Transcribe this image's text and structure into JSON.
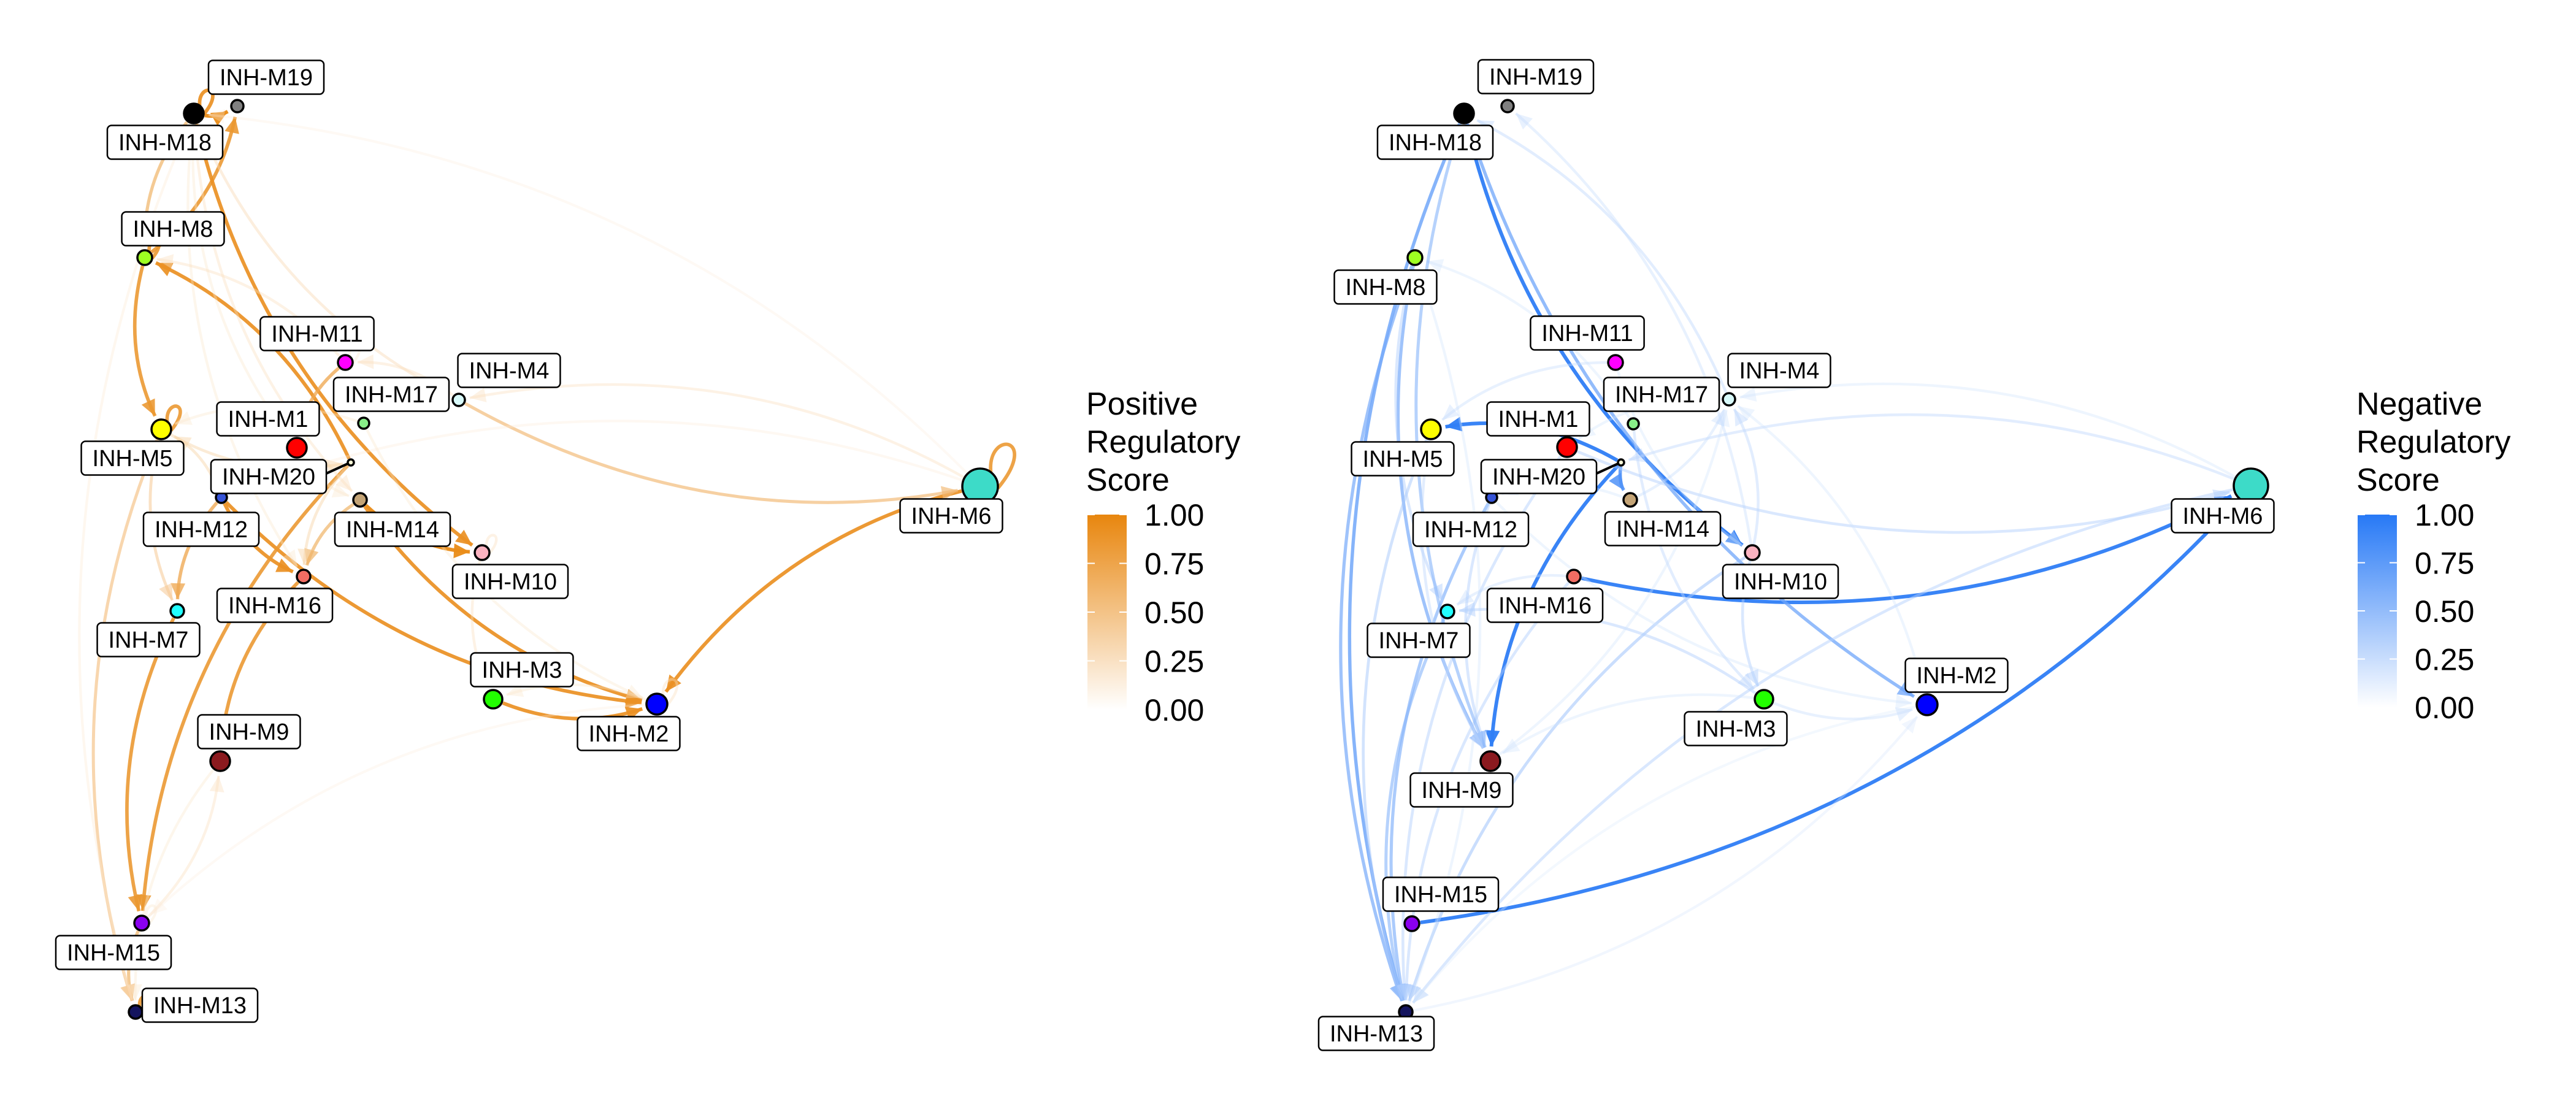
{
  "figure": {
    "description": "Two directed module regulatory networks (inhibitory modules INH-M1..INH-M20) side by side: positive regulation (orange) and negative regulation (blue)",
    "node_colors": {
      "INH-M1": "#FF0000",
      "INH-M2": "#0000FF",
      "INH-M3": "#22FF00",
      "INH-M4": "#D8FAFA",
      "INH-M5": "#FFFF00",
      "INH-M6": "#3DDBC8",
      "INH-M7": "#22FFFF",
      "INH-M8": "#9EFF22",
      "INH-M9": "#8B1A1F",
      "INH-M10": "#FAB2C0",
      "INH-M11": "#FF00FF",
      "INH-M12": "#3553D6",
      "INH-M13": "#14145E",
      "INH-M14": "#C4A476",
      "INH-M15": "#8A00F0",
      "INH-M16": "#F26D63",
      "INH-M17": "#88EE88",
      "INH-M18": "#000000",
      "INH-M19": "#808080",
      "INH-M20": "#FFFFD8"
    }
  },
  "panels": [
    {
      "id": "positive",
      "edge_color": "#E8860E",
      "legend": {
        "title_lines": [
          "Positive",
          "Regulatory",
          "Score"
        ],
        "color_high": "#E8860E",
        "color_low": "#FFFFFF",
        "ticks": [
          "1.00",
          "0.75",
          "0.50",
          "0.25",
          "0.00"
        ],
        "range": [
          0,
          1
        ]
      },
      "nodes": [
        {
          "id": "INH-M1",
          "label": "INH-M1"
        },
        {
          "id": "INH-M2",
          "label": "INH-M2"
        },
        {
          "id": "INH-M3",
          "label": "INH-M3"
        },
        {
          "id": "INH-M4",
          "label": "INH-M4"
        },
        {
          "id": "INH-M5",
          "label": "INH-M5"
        },
        {
          "id": "INH-M6",
          "label": "INH-M6"
        },
        {
          "id": "INH-M7",
          "label": "INH-M7"
        },
        {
          "id": "INH-M8",
          "label": "INH-M8"
        },
        {
          "id": "INH-M9",
          "label": "INH-M9"
        },
        {
          "id": "INH-M10",
          "label": "INH-M10"
        },
        {
          "id": "INH-M11",
          "label": "INH-M11"
        },
        {
          "id": "INH-M12",
          "label": "INH-M12"
        },
        {
          "id": "INH-M13",
          "label": "INH-M13"
        },
        {
          "id": "INH-M14",
          "label": "INH-M14"
        },
        {
          "id": "INH-M15",
          "label": "INH-M15"
        },
        {
          "id": "INH-M16",
          "label": "INH-M16"
        },
        {
          "id": "INH-M17",
          "label": "INH-M17"
        },
        {
          "id": "INH-M18",
          "label": "INH-M18"
        },
        {
          "id": "INH-M19",
          "label": "INH-M19"
        },
        {
          "id": "INH-M20",
          "label": "INH-M20"
        }
      ],
      "edges": [
        {
          "from": "INH-M18",
          "to": "INH-M19",
          "score": 0.95
        },
        {
          "from": "INH-M18",
          "to": "INH-M18",
          "score": 0.9
        },
        {
          "from": "INH-M8",
          "to": "INH-M19",
          "score": 0.85
        },
        {
          "from": "INH-M18",
          "to": "INH-M10",
          "score": 0.9
        },
        {
          "from": "INH-M8",
          "to": "INH-M8",
          "score": 0.85
        },
        {
          "from": "INH-M8",
          "to": "INH-M5",
          "score": 0.85
        },
        {
          "from": "INH-M5",
          "to": "INH-M5",
          "score": 0.85
        },
        {
          "from": "INH-M20",
          "to": "INH-M8",
          "score": 0.9
        },
        {
          "from": "INH-M12",
          "to": "INH-M16",
          "score": 0.9
        },
        {
          "from": "INH-M12",
          "to": "INH-M2",
          "score": 0.9
        },
        {
          "from": "INH-M14",
          "to": "INH-M10",
          "score": 0.95
        },
        {
          "from": "INH-M14",
          "to": "INH-M2",
          "score": 0.9
        },
        {
          "from": "INH-M3",
          "to": "INH-M2",
          "score": 0.9
        },
        {
          "from": "INH-M6",
          "to": "INH-M2",
          "score": 0.9
        },
        {
          "from": "INH-M6",
          "to": "INH-M6",
          "score": 0.85
        },
        {
          "from": "INH-M4",
          "to": "INH-M6",
          "score": 0.55
        },
        {
          "from": "INH-M6",
          "to": "INH-M4",
          "score": 0.2
        },
        {
          "from": "INH-M11",
          "to": "INH-M1",
          "score": 0.7
        },
        {
          "from": "INH-M14",
          "to": "INH-M16",
          "score": 0.6
        },
        {
          "from": "INH-M16",
          "to": "INH-M9",
          "score": 0.85
        },
        {
          "from": "INH-M7",
          "to": "INH-M15",
          "score": 0.85
        },
        {
          "from": "INH-M20",
          "to": "INH-M15",
          "score": 0.85
        },
        {
          "from": "INH-M15",
          "to": "INH-M13",
          "score": 0.6
        },
        {
          "from": "INH-M13",
          "to": "INH-M13",
          "score": 0.85
        },
        {
          "from": "INH-M5",
          "to": "INH-M13",
          "score": 0.5
        },
        {
          "from": "INH-M12",
          "to": "INH-M7",
          "score": 0.7
        },
        {
          "from": "INH-M5",
          "to": "INH-M7",
          "score": 0.4
        },
        {
          "from": "INH-M18",
          "to": "INH-M8",
          "score": 0.6
        },
        {
          "from": "INH-M18",
          "to": "INH-M4",
          "score": 0.25
        },
        {
          "from": "INH-M6",
          "to": "INH-M18",
          "score": 0.08
        },
        {
          "from": "INH-M18",
          "to": "INH-M14",
          "score": 0.2
        },
        {
          "from": "INH-M18",
          "to": "INH-M16",
          "score": 0.15
        },
        {
          "from": "INH-M18",
          "to": "INH-M1",
          "score": 0.15
        },
        {
          "from": "INH-M11",
          "to": "INH-M8",
          "score": 0.2
        },
        {
          "from": "INH-M4",
          "to": "INH-M11",
          "score": 0.2
        },
        {
          "from": "INH-M10",
          "to": "INH-M10",
          "score": 0.2
        },
        {
          "from": "INH-M2",
          "to": "INH-M2",
          "score": 0.2
        },
        {
          "from": "INH-M2",
          "to": "INH-M3",
          "score": 0.15
        },
        {
          "from": "INH-M10",
          "to": "INH-M3",
          "score": 0.2
        },
        {
          "from": "INH-M17",
          "to": "INH-M2",
          "score": 0.15
        },
        {
          "from": "INH-M20",
          "to": "INH-M16",
          "score": 0.3
        },
        {
          "from": "INH-M12",
          "to": "INH-M5",
          "score": 0.3
        },
        {
          "from": "INH-M5",
          "to": "INH-M20",
          "score": 0.3
        },
        {
          "from": "INH-M15",
          "to": "INH-M9",
          "score": 0.2
        },
        {
          "from": "INH-M15",
          "to": "INH-M15",
          "score": 0.15
        },
        {
          "from": "INH-M6",
          "to": "INH-M12",
          "score": 0.1
        },
        {
          "from": "INH-M2",
          "to": "INH-M15",
          "score": 0.08
        },
        {
          "from": "INH-M17",
          "to": "INH-M5",
          "score": 0.15
        },
        {
          "from": "INH-M1",
          "to": "INH-M14",
          "score": 0.15
        },
        {
          "from": "INH-M11",
          "to": "INH-M11",
          "score": 0.15
        },
        {
          "from": "INH-M9",
          "to": "INH-M13",
          "score": 0.15
        },
        {
          "from": "INH-M18",
          "to": "INH-M13",
          "score": 0.12
        }
      ]
    },
    {
      "id": "negative",
      "edge_color": "#2779F6",
      "legend": {
        "title_lines": [
          "Negative",
          "Regulatory",
          "Score"
        ],
        "color_high": "#2779F6",
        "color_low": "#FFFFFF",
        "ticks": [
          "1.00",
          "0.75",
          "0.50",
          "0.25",
          "0.00"
        ],
        "range": [
          0,
          1
        ]
      },
      "nodes": [
        {
          "id": "INH-M1",
          "label": "INH-M1"
        },
        {
          "id": "INH-M2",
          "label": "INH-M2"
        },
        {
          "id": "INH-M3",
          "label": "INH-M3"
        },
        {
          "id": "INH-M4",
          "label": "INH-M4"
        },
        {
          "id": "INH-M5",
          "label": "INH-M5"
        },
        {
          "id": "INH-M6",
          "label": "INH-M6"
        },
        {
          "id": "INH-M7",
          "label": "INH-M7"
        },
        {
          "id": "INH-M8",
          "label": "INH-M8"
        },
        {
          "id": "INH-M9",
          "label": "INH-M9"
        },
        {
          "id": "INH-M10",
          "label": "INH-M10"
        },
        {
          "id": "INH-M11",
          "label": "INH-M11"
        },
        {
          "id": "INH-M12",
          "label": "INH-M12"
        },
        {
          "id": "INH-M13",
          "label": "INH-M13"
        },
        {
          "id": "INH-M14",
          "label": "INH-M14"
        },
        {
          "id": "INH-M15",
          "label": "INH-M15"
        },
        {
          "id": "INH-M16",
          "label": "INH-M16"
        },
        {
          "id": "INH-M17",
          "label": "INH-M17"
        },
        {
          "id": "INH-M18",
          "label": "INH-M18"
        },
        {
          "id": "INH-M19",
          "label": "INH-M19"
        },
        {
          "id": "INH-M20",
          "label": "INH-M20"
        }
      ],
      "edges": [
        {
          "from": "INH-M15",
          "to": "INH-M6",
          "score": 0.95
        },
        {
          "from": "INH-M16",
          "to": "INH-M6",
          "score": 0.95
        },
        {
          "from": "INH-M20",
          "to": "INH-M5",
          "score": 0.95
        },
        {
          "from": "INH-M20",
          "to": "INH-M9",
          "score": 0.95
        },
        {
          "from": "INH-M20",
          "to": "INH-M14",
          "score": 0.8
        },
        {
          "from": "INH-M18",
          "to": "INH-M10",
          "score": 0.95
        },
        {
          "from": "INH-M18",
          "to": "INH-M2",
          "score": 0.65
        },
        {
          "from": "INH-M18",
          "to": "INH-M13",
          "score": 0.7
        },
        {
          "from": "INH-M8",
          "to": "INH-M13",
          "score": 0.6
        },
        {
          "from": "INH-M8",
          "to": "INH-M9",
          "score": 0.6
        },
        {
          "from": "INH-M12",
          "to": "INH-M13",
          "score": 0.55
        },
        {
          "from": "INH-M7",
          "to": "INH-M13",
          "score": 0.5
        },
        {
          "from": "INH-M10",
          "to": "INH-M13",
          "score": 0.4
        },
        {
          "from": "INH-M5",
          "to": "INH-M13",
          "score": 0.35
        },
        {
          "from": "INH-M1",
          "to": "INH-M13",
          "score": 0.3
        },
        {
          "from": "INH-M6",
          "to": "INH-M13",
          "score": 0.3
        },
        {
          "from": "INH-M2",
          "to": "INH-M13",
          "score": 0.1
        },
        {
          "from": "INH-M13",
          "to": "INH-M8",
          "score": 0.15
        },
        {
          "from": "INH-M16",
          "to": "INH-M13",
          "score": 0.3
        },
        {
          "from": "INH-M3",
          "to": "INH-M7",
          "score": 0.3
        },
        {
          "from": "INH-M3",
          "to": "INH-M2",
          "score": 0.2
        },
        {
          "from": "INH-M10",
          "to": "INH-M3",
          "score": 0.3
        },
        {
          "from": "INH-M17",
          "to": "INH-M3",
          "score": 0.25
        },
        {
          "from": "INH-M4",
          "to": "INH-M18",
          "score": 0.25
        },
        {
          "from": "INH-M10",
          "to": "INH-M19",
          "score": 0.2
        },
        {
          "from": "INH-M1",
          "to": "INH-M6",
          "score": 0.3
        },
        {
          "from": "INH-M6",
          "to": "INH-M20",
          "score": 0.25
        },
        {
          "from": "INH-M6",
          "to": "INH-M4",
          "score": 0.15
        },
        {
          "from": "INH-M11",
          "to": "INH-M5",
          "score": 0.2
        },
        {
          "from": "INH-M10",
          "to": "INH-M4",
          "score": 0.25
        },
        {
          "from": "INH-M2",
          "to": "INH-M4",
          "score": 0.15
        },
        {
          "from": "INH-M9",
          "to": "INH-M4",
          "score": 0.15
        },
        {
          "from": "INH-M16",
          "to": "INH-M7",
          "score": 0.2
        },
        {
          "from": "INH-M4",
          "to": "INH-M1",
          "score": 0.15
        },
        {
          "from": "INH-M14",
          "to": "INH-M12",
          "score": 0.15
        },
        {
          "from": "INH-M13",
          "to": "INH-M2",
          "score": 0.12
        },
        {
          "from": "INH-M12",
          "to": "INH-M2",
          "score": 0.15
        },
        {
          "from": "INH-M17",
          "to": "INH-M8",
          "score": 0.15
        },
        {
          "from": "INH-M11",
          "to": "INH-M10",
          "score": 0.15
        },
        {
          "from": "INH-M8",
          "to": "INH-M7",
          "score": 0.3
        },
        {
          "from": "INH-M12",
          "to": "INH-M9",
          "score": 0.3
        },
        {
          "from": "INH-M18",
          "to": "INH-M9",
          "score": 0.5
        },
        {
          "from": "INH-M5",
          "to": "INH-M9",
          "score": 0.25
        },
        {
          "from": "INH-M3",
          "to": "INH-M9",
          "score": 0.15
        },
        {
          "from": "INH-M14",
          "to": "INH-M4",
          "score": 0.2
        }
      ]
    }
  ]
}
